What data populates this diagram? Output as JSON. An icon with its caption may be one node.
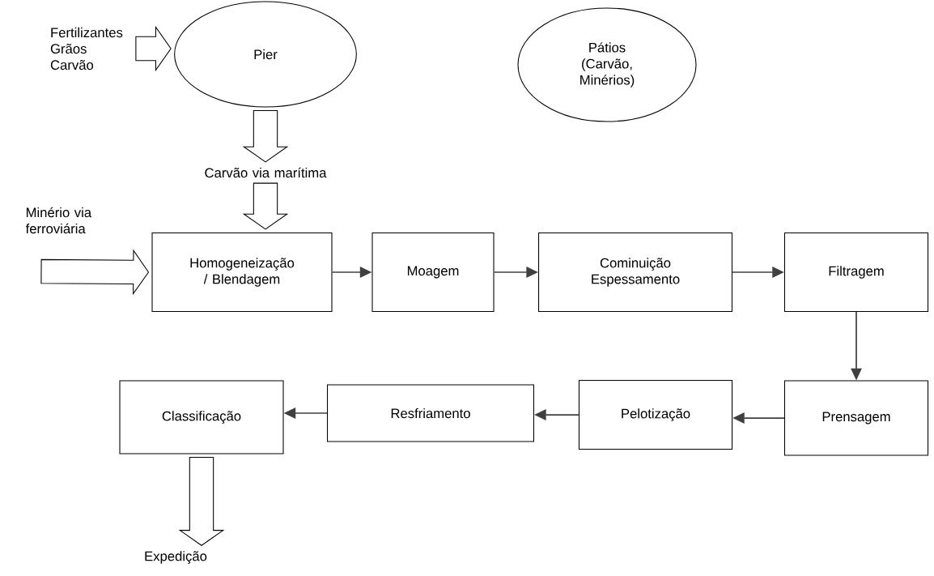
{
  "diagram": {
    "nodes": [
      {
        "text": [
          "Fertilizantes Grãos Carvão"
        ]
      },
      {
        "text": [
          "Pier"
        ]
      },
      {
        "text": [
          "Pátios (Carvão, Minérios)"
        ]
      },
      {
        "text": [
          "Carvão via marítima"
        ]
      },
      {
        "text": [
          "Homogeneização / Blendagem"
        ]
      },
      {
        "text": [
          "Moagem"
        ]
      },
      {
        "text": [
          "Cominuição Espessamento"
        ]
      },
      {
        "text": [
          "Filtragem"
        ]
      },
      {
        "text": [
          "Prensagem"
        ]
      },
      {
        "text": [
          "Pelotização"
        ]
      },
      {
        "text": [
          "Resfriamento"
        ]
      },
      {
        "text": [
          "Classificação"
        ]
      },
      {
        "text": [
          "Expedição"
        ]
      }
    ],
    "edges": [
      {
        "from": 0,
        "to": 1,
        "arrow": "to",
        "style": "thick"
      },
      {
        "from": 1,
        "to": 3,
        "arrow": "to",
        "style": "thick"
      },
      {
        "from": 3,
        "to": 4,
        "arrow": "to",
        "style": "thick"
      },
      {
        "from": null,
        "to": 4,
        "arrow": "to",
        "style": "thick",
        "label": "Minério via ferroviária"
      },
      {
        "from": 4,
        "to": 5,
        "arrow": "to"
      },
      {
        "from": 5,
        "to": 6,
        "arrow": "to"
      },
      {
        "from": 6,
        "to": 7,
        "arrow": "to"
      },
      {
        "from": 7,
        "to": 8,
        "arrow": "to"
      },
      {
        "from": 8,
        "to": 9,
        "arrow": "to"
      },
      {
        "from": 9,
        "to": 10,
        "arrow": "to"
      },
      {
        "from": 10,
        "to": 11,
        "arrow": "to"
      },
      {
        "from": 11,
        "to": 12,
        "arrow": "to",
        "style": "thick"
      }
    ]
  }
}
